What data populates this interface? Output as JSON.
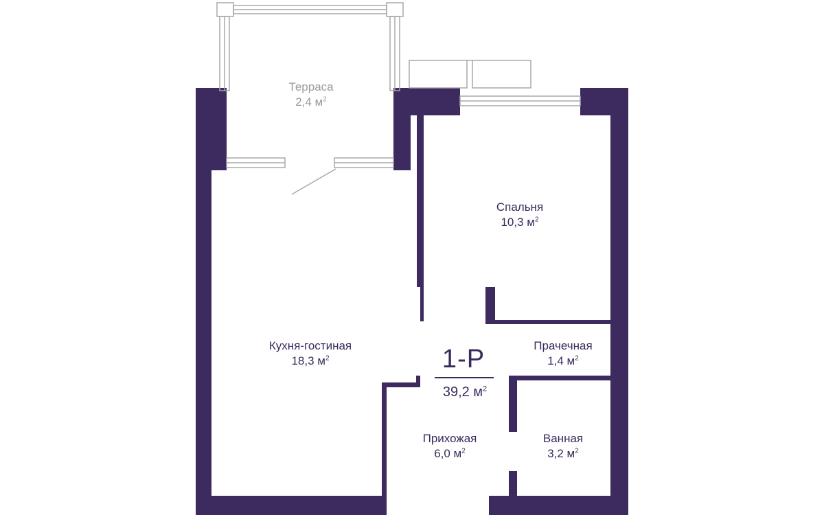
{
  "colors": {
    "wall": "#3d2a5f",
    "text": "#3b2a5c",
    "window": "#a8a8a8",
    "muted": "#9a9a9a"
  },
  "apartment": {
    "type": "1-Р",
    "total_area": "39,2 м",
    "unit_sup": "2"
  },
  "rooms": [
    {
      "id": "terrace",
      "name": "Терраса",
      "area": "2,4 м"
    },
    {
      "id": "bedroom",
      "name": "Спальня",
      "area": "10,3 м"
    },
    {
      "id": "kitchen",
      "name": "Кухня-гостиная",
      "area": "18,3 м"
    },
    {
      "id": "laundry",
      "name": "Прачечная",
      "area": "1,4 м"
    },
    {
      "id": "hallway",
      "name": "Прихожая",
      "area": "6,0 м"
    },
    {
      "id": "bathroom",
      "name": "Ванная",
      "area": "3,2 м"
    }
  ]
}
